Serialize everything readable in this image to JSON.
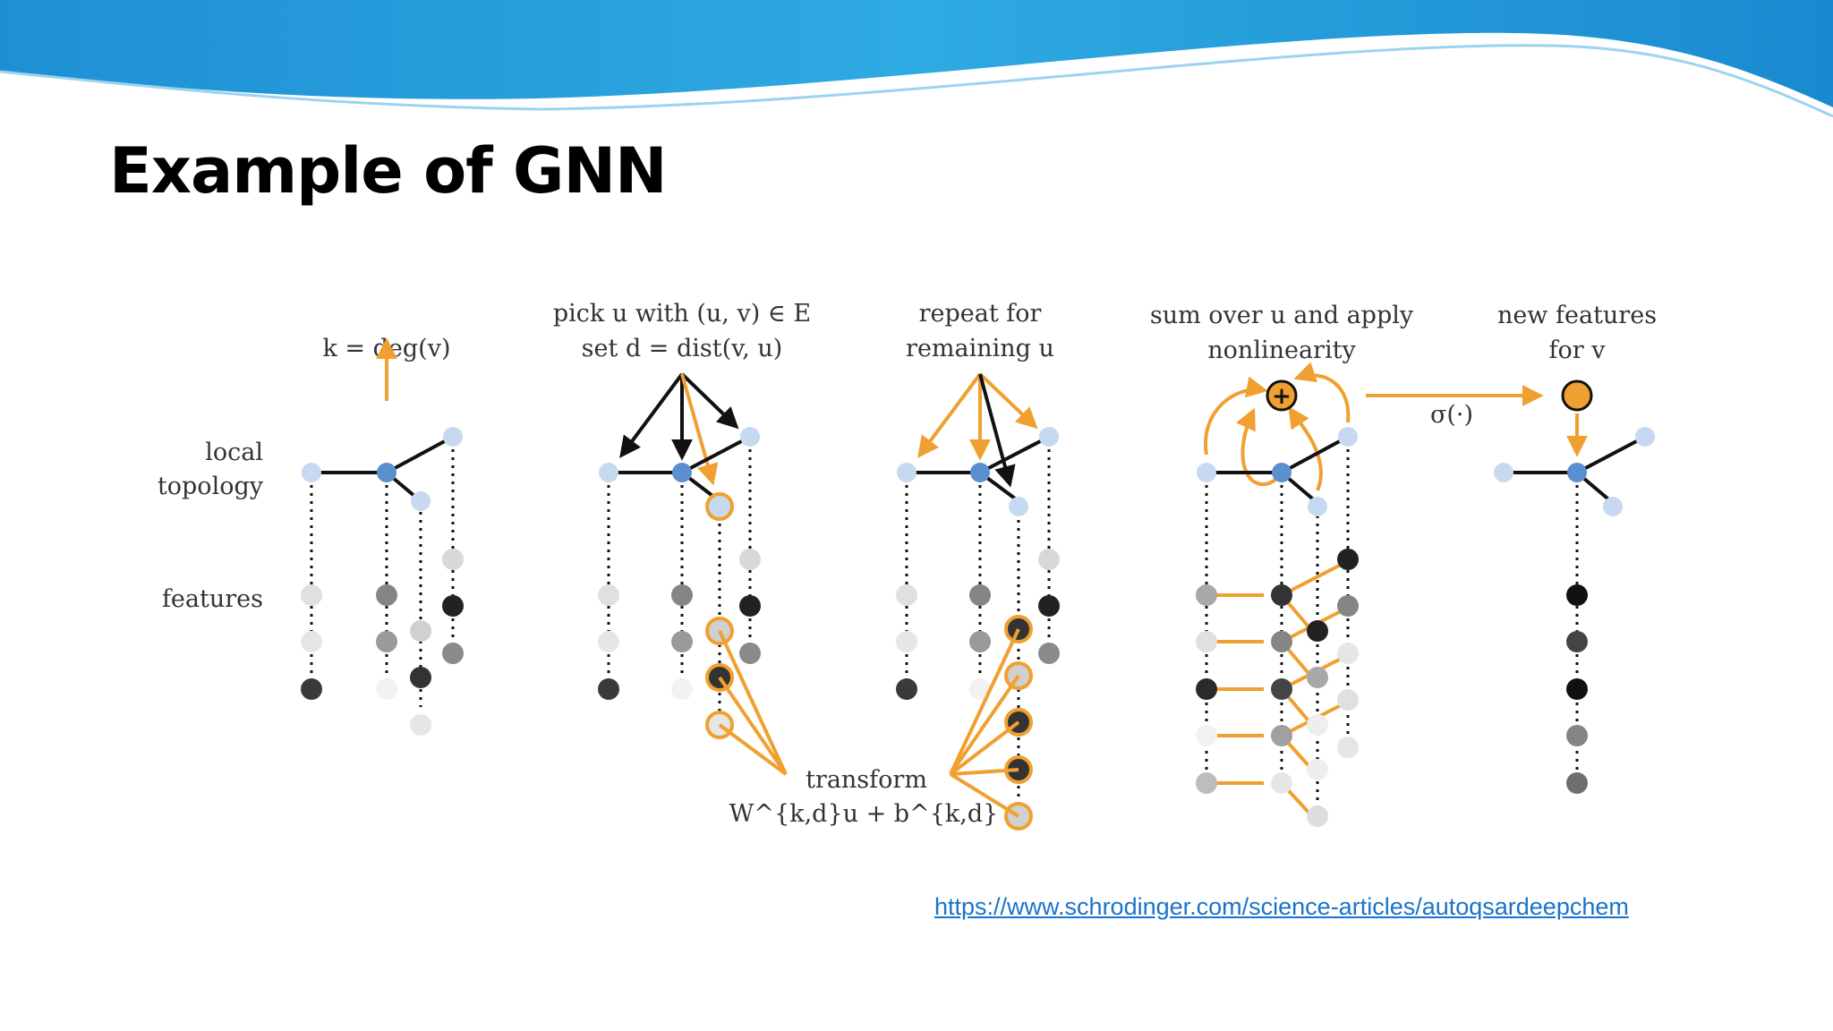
{
  "slide": {
    "title": "Example of GNN",
    "source_link": "https://www.schrodinger.com/science-articles/autoqsardeepchem"
  },
  "diagram": {
    "row_labels": {
      "local_line1": "local",
      "local_line2": "topology",
      "features": "features"
    },
    "step_labels": {
      "step1": "k = deg(v)",
      "step2_line1": "pick u with (u, v) ∈ E",
      "step2_line2": "set d = dist(v, u)",
      "step3_line1": "repeat for",
      "step3_line2": "remaining u",
      "step4_line1": "sum over u and apply",
      "step4_line2": "nonlinearity",
      "step5_line1": "new features",
      "step5_line2": "for v",
      "sigma": "σ(·)",
      "transform_line1": "transform",
      "transform_line2": "W^{k,d}u + b^{k,d}",
      "plus_symbol": "+"
    },
    "colors": {
      "accent_orange": "#f0a030",
      "node_blue": "#5b8fd0",
      "node_light_blue": "#c6d9f0",
      "edge_black": "#111111",
      "header_wave": "#1a9ad8"
    }
  }
}
